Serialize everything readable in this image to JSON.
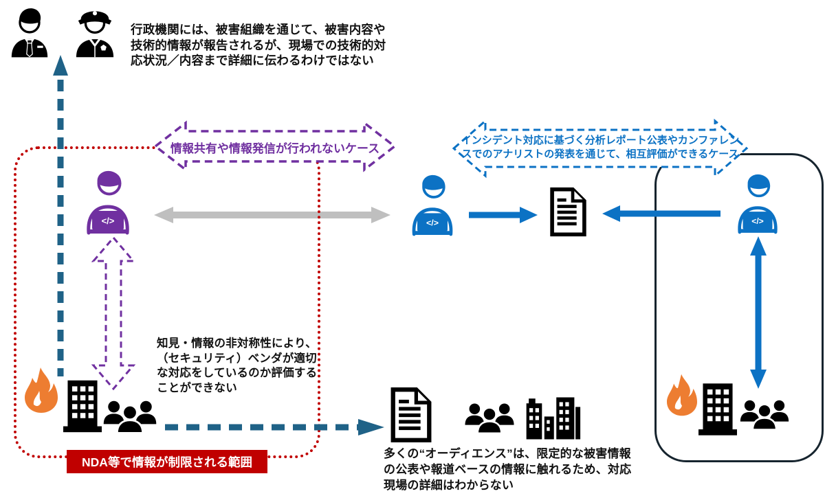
{
  "annotations": {
    "government_report": "行政機関には、被害組織を通じて、被害内容や技術的情報が報告されるが、現場での技術的対応状況／内容まで詳細に伝わるわけではない",
    "knowledge_asymmetry": "知見・情報の非対称性により、（セキュリティ）ベンダが適切な対応をしているのか評価することができない",
    "audience_limited_info": "多くの“オーディエンス”は、限定的な被害情報の公表や報道ベースの情報に触れるため、対応現場の詳細はわからない"
  },
  "case_labels": {
    "no_information_sharing": "情報共有や情報発信が行われないケース",
    "mutual_evaluation": "インシデント対応に基づく分析レポート公表やカンファレンスでのアナリストの発表を通じて、相互評価ができるケース"
  },
  "nda_scope_label": "NDA等で情報が制限される範囲",
  "glyphs": {
    "laptop_code": "</>"
  },
  "icons": {
    "top_left": [
      "businessman-icon",
      "police-officer-icon"
    ],
    "responders": [
      "coder-purple-icon",
      "coder-blue-icon",
      "coder-blue-right-icon"
    ],
    "artifacts": [
      "report-document-icon",
      "published-document-icon"
    ],
    "victim_left": [
      "fire-icon",
      "building-icon",
      "people-group-icon"
    ],
    "victim_right": [
      "fire-icon",
      "building-icon",
      "people-group-icon"
    ],
    "audience": [
      "people-group-icon",
      "city-buildings-icon"
    ]
  },
  "colors": {
    "teal": "#1F6287",
    "purple": "#7030A0",
    "blue": "#0C72C4",
    "red": "#C00000",
    "gray": "#BFBFBF",
    "orange": "#ED7D31",
    "ink": "#000000",
    "frame": "#16242E"
  }
}
